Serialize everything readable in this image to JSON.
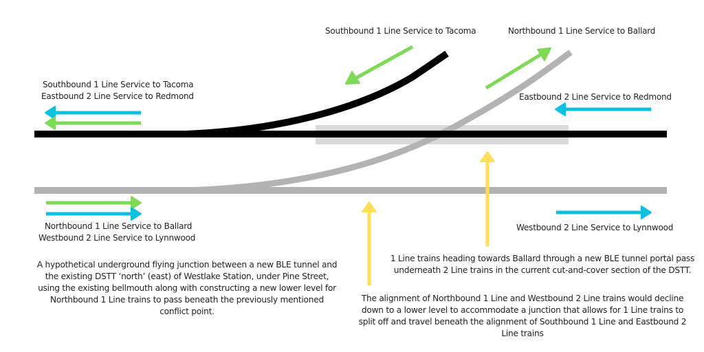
{
  "colors": {
    "track_existing": "#000000",
    "track_new": "#b3b3b3",
    "cut_and_cover_zone": "#d9d9d9",
    "line_1": "#7ed957",
    "line_2": "#0cc0df",
    "callout": "#ffde59"
  },
  "labels": {
    "top_sb1": "Southbound 1 Line Service to Tacoma",
    "top_nb1": "Northbound 1 Line Service to Ballard",
    "left_top_1": "Southbound 1 Line Service to Tacoma",
    "left_top_2": "Eastbound 2 Line Service to Redmond",
    "right_eb2": "Eastbound 2 Line Service to Redmond",
    "left_bottom_1": "Northbound 1 Line Service to Ballard",
    "left_bottom_2": "Westbound 2 Line Service to Lynnwood",
    "right_wb2": "Westbound 2 Line Service to Lynnwood"
  },
  "descriptions": {
    "main": [
      "A hypothetical underground flying junction between a new BLE tunnel and",
      "the existing DSTT ‘north’ (east) of Westlake Station, under Pine Street,",
      "using the existing bellmouth along with constructing a new lower level for",
      "Northbound 1 Line trains to pass beneath the previously mentioned",
      "conflict point."
    ],
    "portal": [
      "1 Line trains heading towards Ballard through a new BLE tunnel portal pass",
      "underneath 2 Line trains in the current cut-and-cover section of the DSTT."
    ],
    "decline": [
      "The alignment of Northbound 1 Line and Westbound 2 Line trains would decline",
      "down to a lower level to accommodate a junction that allows for 1 Line trains to",
      "split off and travel beneath the alignment of Southbound 1 Line and Eastbound 2",
      "Line trains"
    ]
  }
}
